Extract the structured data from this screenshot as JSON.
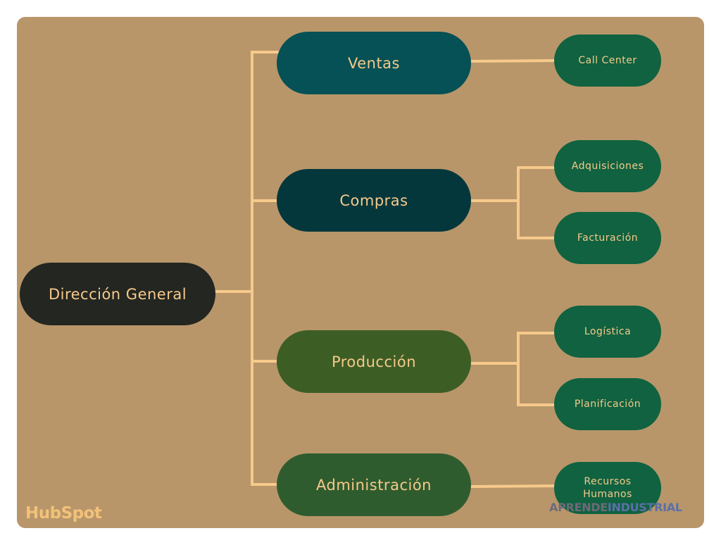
{
  "colors": {
    "background": "#b8966a",
    "connector": "#f7c98b",
    "text": "#f7c98b",
    "root": "#232621",
    "ventas": "#055155",
    "compras": "#04373c",
    "produccion": "#3c5e25",
    "administracion": "#2f5c2e",
    "leaf": "#106240"
  },
  "root": {
    "label": "Dirección General"
  },
  "departments": [
    {
      "label": "Ventas",
      "children": [
        "Call Center"
      ]
    },
    {
      "label": "Compras",
      "children": [
        "Adquisiciones",
        "Facturación"
      ]
    },
    {
      "label": "Producción",
      "children": [
        "Logística",
        "Planificación"
      ]
    },
    {
      "label": "Administración",
      "children": [
        "Recursos\nHumanos"
      ]
    }
  ],
  "brand": {
    "left": "HubSpot",
    "right_part1": "APRENDE",
    "right_part2": "INDUSTRIAL"
  }
}
